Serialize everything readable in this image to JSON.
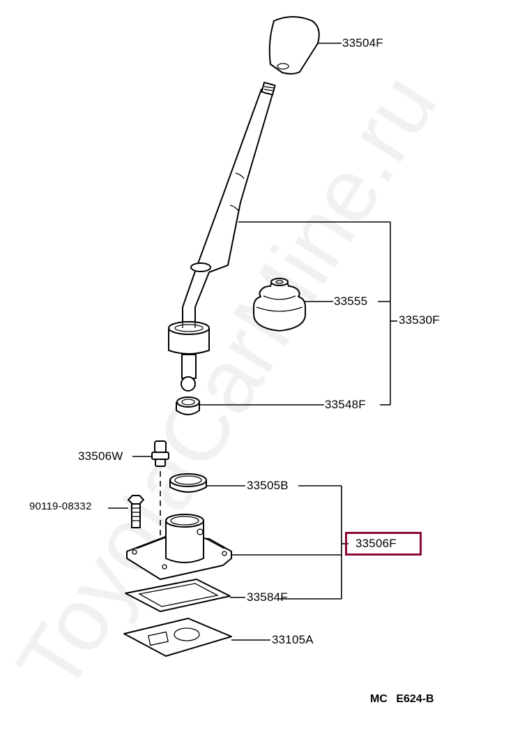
{
  "diagram": {
    "type": "exploded-parts-diagram",
    "watermark": "ToyotaCarMine.ru",
    "diagram_code": "MC  E624-B",
    "highlight_color": "#8a0a2e",
    "highlighted_part": "33506F",
    "parts": [
      {
        "id": "33504F",
        "label": "33504F",
        "name": "shift knob"
      },
      {
        "id": "33555",
        "label": "33555",
        "name": "shift lever boot"
      },
      {
        "id": "33530F",
        "label": "33530F",
        "name": "shift lever assembly"
      },
      {
        "id": "33548F",
        "label": "33548F",
        "name": "lever seat"
      },
      {
        "id": "33506W",
        "label": "33506W",
        "name": "retainer pin"
      },
      {
        "id": "33505B",
        "label": "33505B",
        "name": "retainer cap"
      },
      {
        "id": "90119-08332",
        "label": "90119-08332",
        "name": "bolt"
      },
      {
        "id": "33506F",
        "label": "33506F",
        "name": "lever retainer housing"
      },
      {
        "id": "33584F",
        "label": "33584F",
        "name": "gasket"
      },
      {
        "id": "33105A",
        "label": "33105A",
        "name": "plate"
      }
    ]
  }
}
